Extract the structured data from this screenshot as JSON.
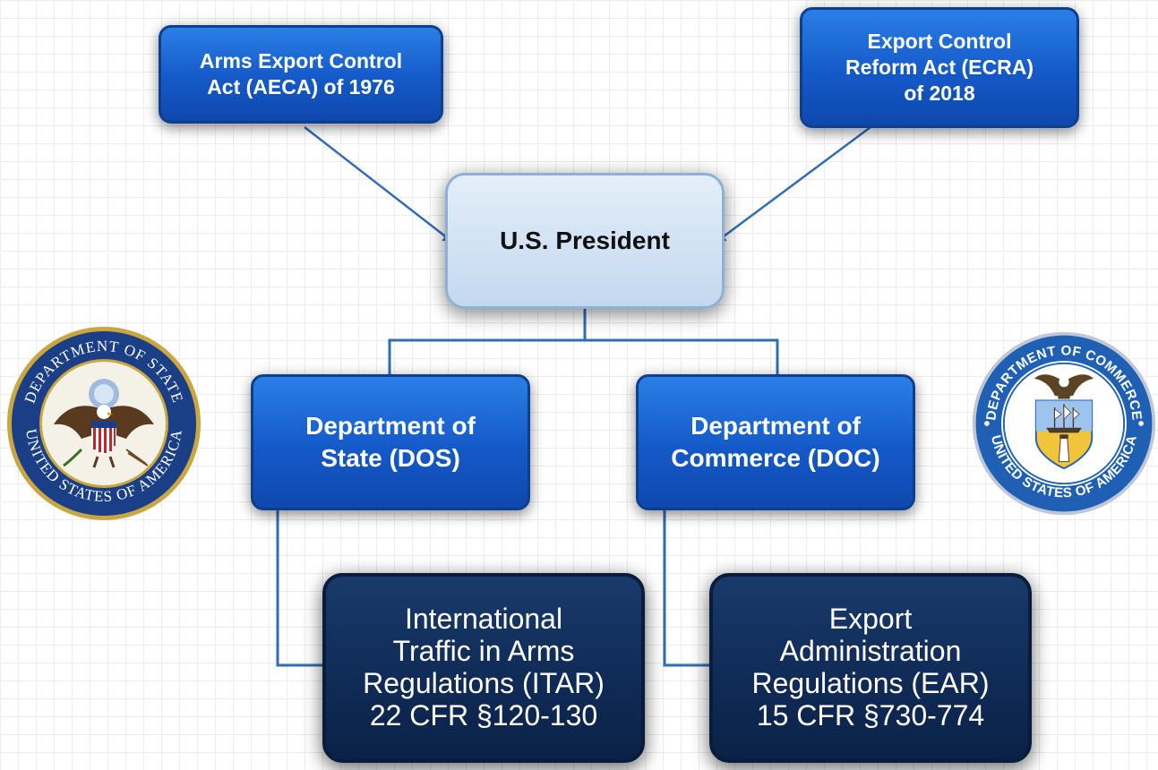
{
  "nodes": {
    "aeca": "Arms Export Control\nAct (AECA) of 1976",
    "ecra": "Export Control\nReform Act (ECRA)\nof 2018",
    "president": "U.S. President",
    "dos": "Department of\nState (DOS)",
    "doc": "Department of\nCommerce (DOC)",
    "itar": "International\nTraffic in Arms\nRegulations (ITAR)\n22 CFR §120-130",
    "ear": "Export\nAdministration\nRegulations (EAR)\n15 CFR §730-774"
  },
  "seals": {
    "state": {
      "top_text": "DEPARTMENT OF STATE",
      "bottom_text": "UNITED STATES OF AMERICA"
    },
    "commerce": {
      "top_text": "DEPARTMENT OF COMMERCE",
      "bottom_text": "UNITED STATES OF AMERICA"
    }
  },
  "colors": {
    "act_box": "#1a5fce",
    "department_box": "#1a5fce",
    "regulation_box": "#0f2a55",
    "president_box": "#c9dcf0",
    "connector": "#2f6eb5"
  }
}
